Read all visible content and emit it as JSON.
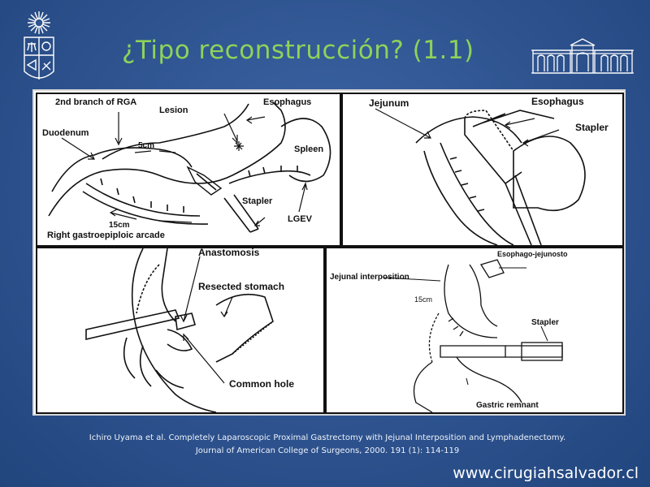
{
  "slide": {
    "title": "¿Tipo reconstrucción? (1.1)",
    "citation_line1": "Ichiro Uyama et al. Completely Laparoscopic Proximal Gastrectomy with Jejunal Interposition and Lymphadenectomy.",
    "citation_line2": "Journal of American College of Surgeons, 2000. 191 (1): 114-119",
    "website": "www.cirugiahsalvador.cl",
    "title_color": "#8ed35a",
    "background_color": "#2e538f"
  },
  "figure": {
    "panel1": {
      "labels": {
        "rga": "2nd branch of RGA",
        "lesion": "Lesion",
        "esophagus": "Esophagus",
        "duodenum": "Duodenum",
        "five_cm": "5cm",
        "spleen": "Spleen",
        "stapler": "Stapler",
        "lgev": "LGEV",
        "fifteen_cm": "15cm",
        "arcade": "Right gastroepiploic arcade"
      }
    },
    "panel2": {
      "labels": {
        "jejunum": "Jejunum",
        "esophagus": "Esophagus",
        "stapler": "Stapler"
      }
    },
    "panel3": {
      "labels": {
        "anastomosis": "Anastomosis",
        "resected_stomach": "Resected stomach",
        "common_hole": "Common hole"
      }
    },
    "panel4": {
      "labels": {
        "jejunal_interposition": "Jejunal interposition",
        "esophago_jejunostomy": "Esophago-jejunosto",
        "fifteen_cm": "15cm",
        "stapler": "Stapler",
        "gastric_remnant": "Gastric remnant"
      }
    }
  }
}
